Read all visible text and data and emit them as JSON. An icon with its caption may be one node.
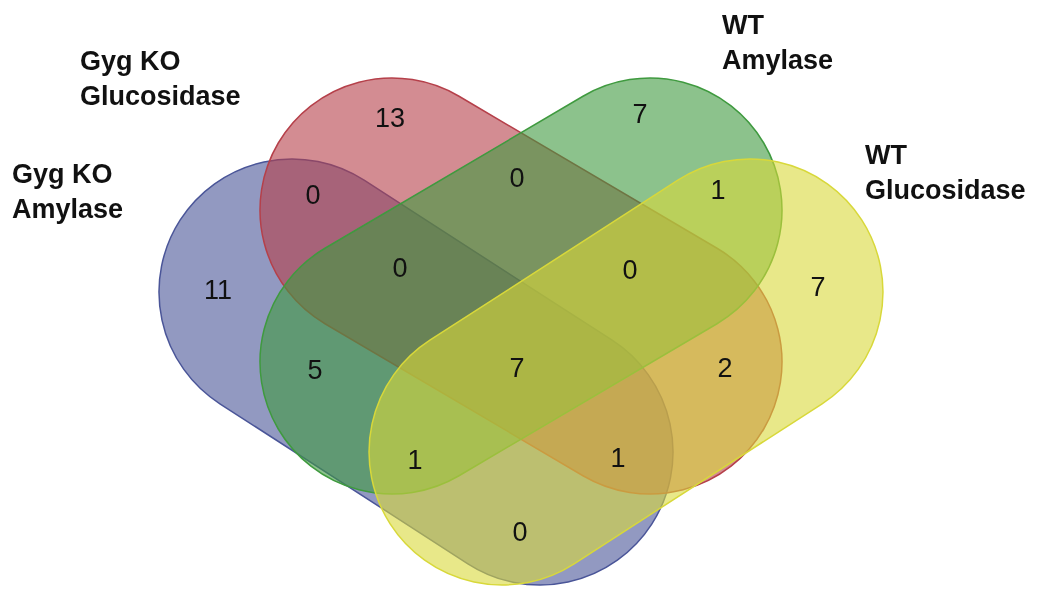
{
  "diagram": {
    "nodes": [
      {
        "text": [
          "Gyg KO Glucosidase"
        ]
      },
      {
        "text": [
          "WT Amylase"
        ]
      },
      {
        "text": [
          "Gyg KO Amylase"
        ]
      },
      {
        "text": [
          "WT Glucosidase"
        ]
      }
    ],
    "labels": [
      "13",
      "7",
      "0",
      "0",
      "1",
      "0",
      "0",
      "11",
      "7",
      "5",
      "7",
      "2",
      "1",
      "1",
      "0"
    ]
  }
}
